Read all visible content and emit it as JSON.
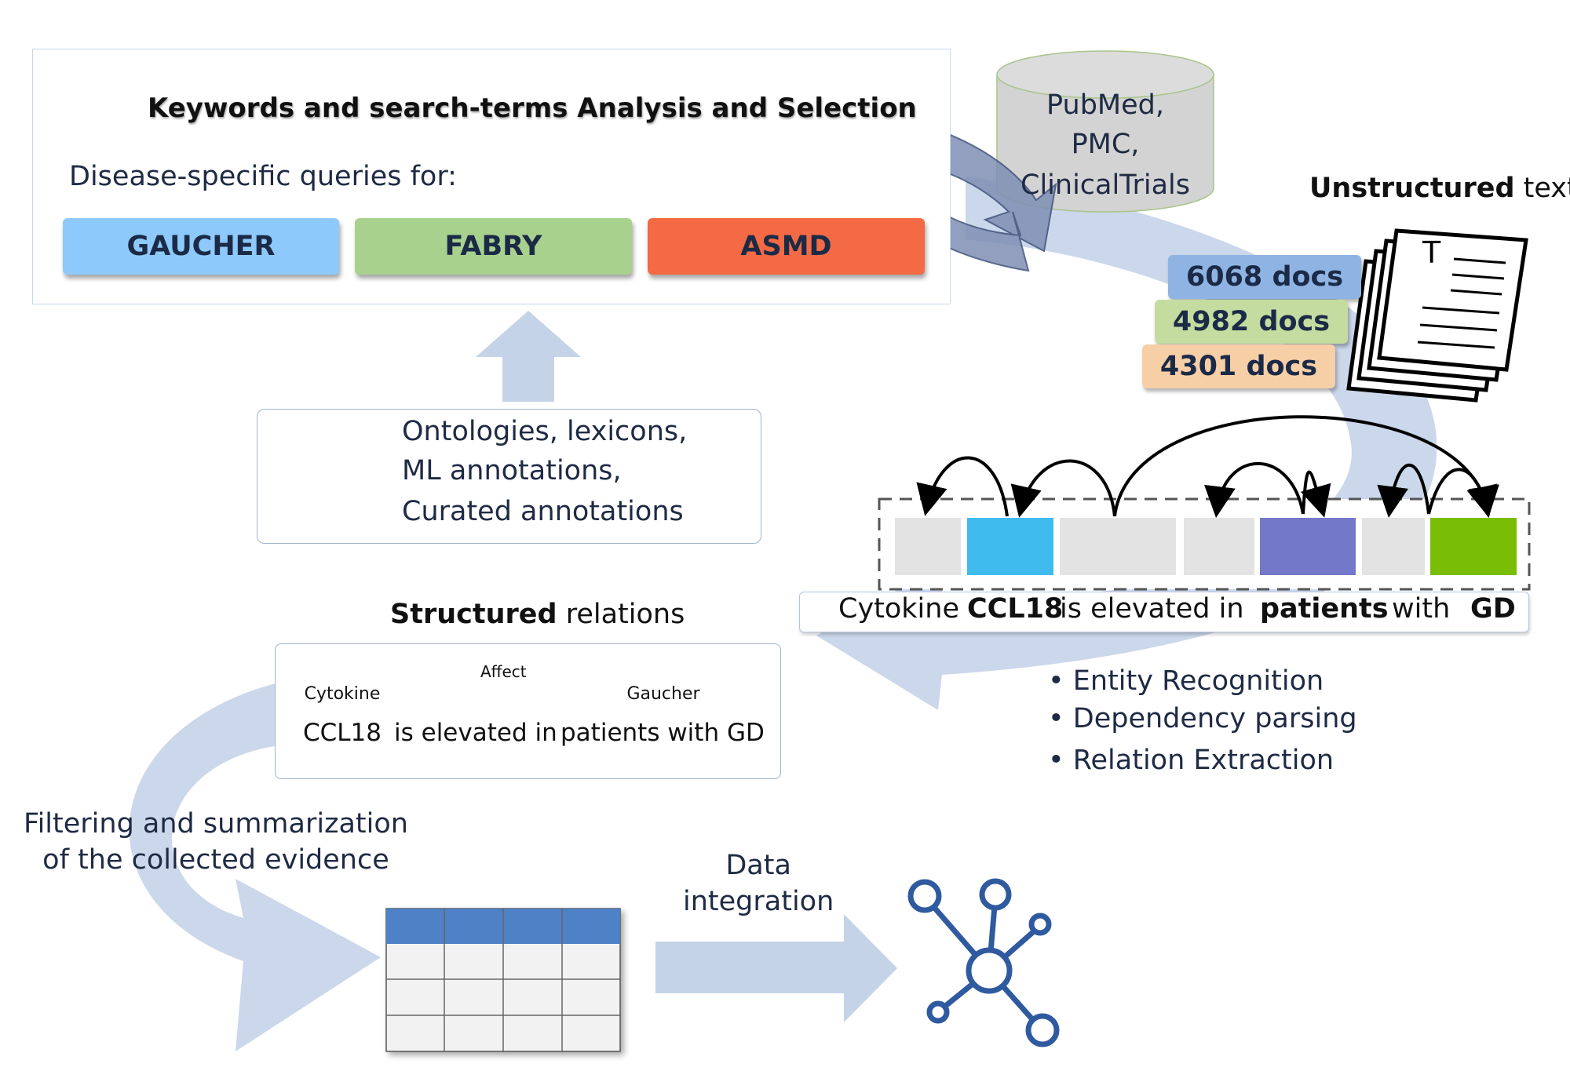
{
  "query_panel": {
    "title": "Keywords and search-terms Analysis and Selection",
    "subtitle": "Disease-specific queries for:",
    "diseases": [
      {
        "label": "GAUCHER",
        "color": "#8ec9fb"
      },
      {
        "label": "FABRY",
        "color": "#a9d18e"
      },
      {
        "label": "ASMD",
        "color": "#f36a45"
      }
    ]
  },
  "database": {
    "lines": [
      "PubMed,",
      "PMC,",
      "ClinicalTrials"
    ]
  },
  "unstructured": {
    "bold": "Unstructured",
    "rest": " text",
    "doc_glyph": "T"
  },
  "doc_counts": [
    "6068 docs",
    "4982 docs",
    "4301 docs"
  ],
  "resources": {
    "lines": [
      "Ontologies, lexicons,",
      "ML annotations,",
      "Curated annotations"
    ]
  },
  "sentence": {
    "words": [
      {
        "text": "Cytokine",
        "bold": false
      },
      {
        "text": "CCL18",
        "bold": true
      },
      {
        "text": "is elevated in",
        "bold": false
      },
      {
        "text": "patients",
        "bold": true
      },
      {
        "text": "with",
        "bold": false
      },
      {
        "text": "GD",
        "bold": true
      }
    ],
    "token_colors": [
      "#e3e3e3",
      "#3fbbee",
      "#e3e3e3",
      "#e3e3e3",
      "#7478c8",
      "#e3e3e3",
      "#79bd07"
    ]
  },
  "pipeline_steps": [
    "Entity Recognition",
    "Dependency parsing",
    "Relation Extraction"
  ],
  "structured": {
    "bold": "Structured",
    "rest": " relations",
    "relation_label": "Affect",
    "entity_1_type": "Cytokine",
    "entity_2_type": "Gaucher",
    "entity_1_text": "CCL18",
    "middle_text": "is elevated in",
    "entity_2_text": "patients with GD"
  },
  "filtering": {
    "lines": [
      "Filtering and summarization",
      "of the collected evidence"
    ]
  },
  "integration": {
    "lines": [
      "Data",
      "integration"
    ]
  },
  "colors": {
    "flow_arrow": "#c5d3e8",
    "cycle_arrow": "#7f8fb5",
    "table_header": "#4f81c7",
    "graph_icon": "#2f5aa0"
  }
}
